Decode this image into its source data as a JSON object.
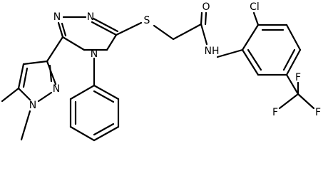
{
  "molecule": {
    "atom_labels": {
      "n_triazole_1": "N",
      "n_triazole_2": "N",
      "n_triazole_4": "N",
      "s_thioether": "S",
      "o_carbonyl": "O",
      "nh_amide": "NH",
      "cl": "Cl",
      "f_top": "F",
      "f_left": "F",
      "f_right": "F",
      "n_pyrazole_1": "N",
      "n_pyrazole_2": "N"
    }
  }
}
